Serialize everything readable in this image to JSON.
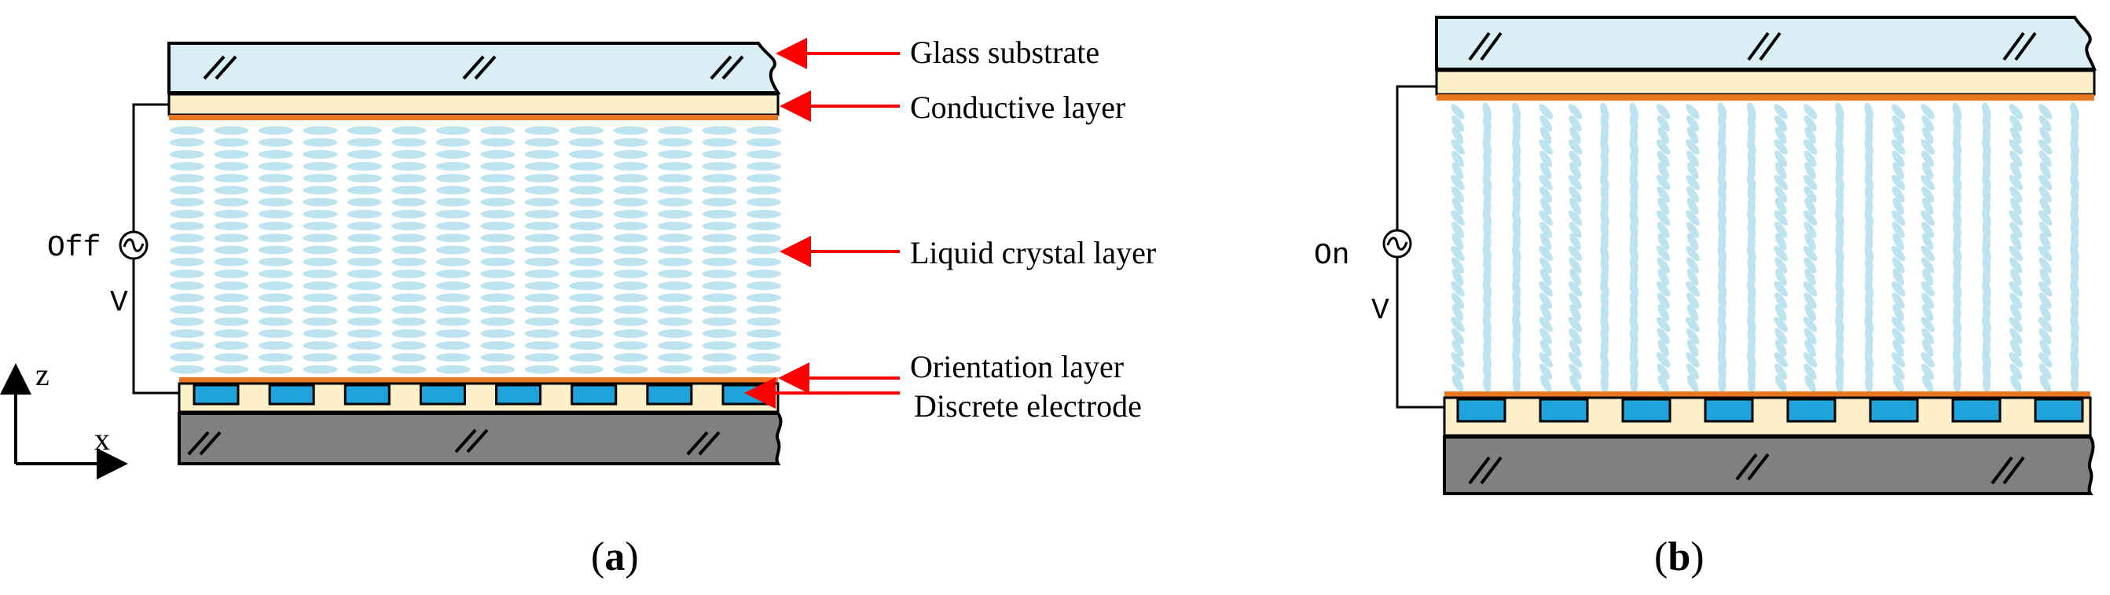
{
  "layers": {
    "glass_substrate": "Glass substrate",
    "conductive_layer": "Conductive layer",
    "liquid_crystal_layer": "Liquid crystal layer",
    "orientation_layer": "Orientation layer",
    "discrete_electrode": "Discrete electrode"
  },
  "axes": {
    "z": "z",
    "x": "x"
  },
  "panel_a": {
    "state": "Off",
    "voltage": "V",
    "caption_open": "(",
    "caption_letter": "a",
    "caption_close": ")"
  },
  "panel_b": {
    "state": "On",
    "voltage": "V",
    "caption_open": "(",
    "caption_letter": "b",
    "caption_close": ")"
  },
  "colors": {
    "glass": "#d9eef5",
    "conductive": "#fdefc8",
    "orange_film": "#e87722",
    "crystal": "#bde3ef",
    "electrode": "#1fa3dd",
    "substrate_dark": "#808080",
    "arrow": "#ff0000"
  }
}
